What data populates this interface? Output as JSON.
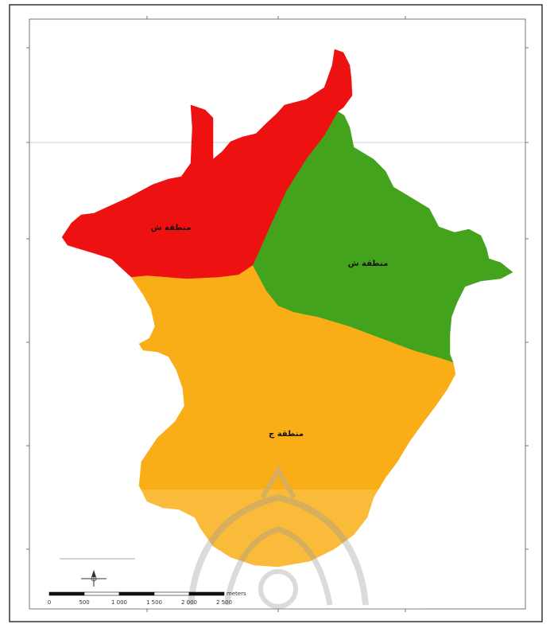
{
  "map": {
    "grid": {
      "top_labels": [
        "",
        "",
        ""
      ],
      "bottom_labels": [
        "",
        "",
        ""
      ],
      "left_labels": [
        "",
        "",
        "",
        "",
        ""
      ],
      "right_labels": [
        "",
        "",
        "",
        "",
        ""
      ]
    },
    "zones": [
      {
        "id": "north",
        "name": "منطقة ش",
        "color": "#ee1111"
      },
      {
        "id": "east",
        "name": "منطقة ش",
        "color": "#44a31c"
      },
      {
        "id": "south",
        "name": "منطقة ج",
        "color": "#f9ae17"
      }
    ],
    "scale_bar": {
      "ticks": [
        "0",
        "500",
        "1 000",
        "1 500",
        "2 000",
        "2 500"
      ],
      "unit": "meters"
    },
    "caption": "",
    "icons": {
      "north_arrow": "north-arrow-icon",
      "watermark": "watermark-ornament"
    },
    "colors": {
      "frame": "#333333",
      "graticule": "#bfbfbf",
      "watermark": "#c7c7c7"
    }
  }
}
